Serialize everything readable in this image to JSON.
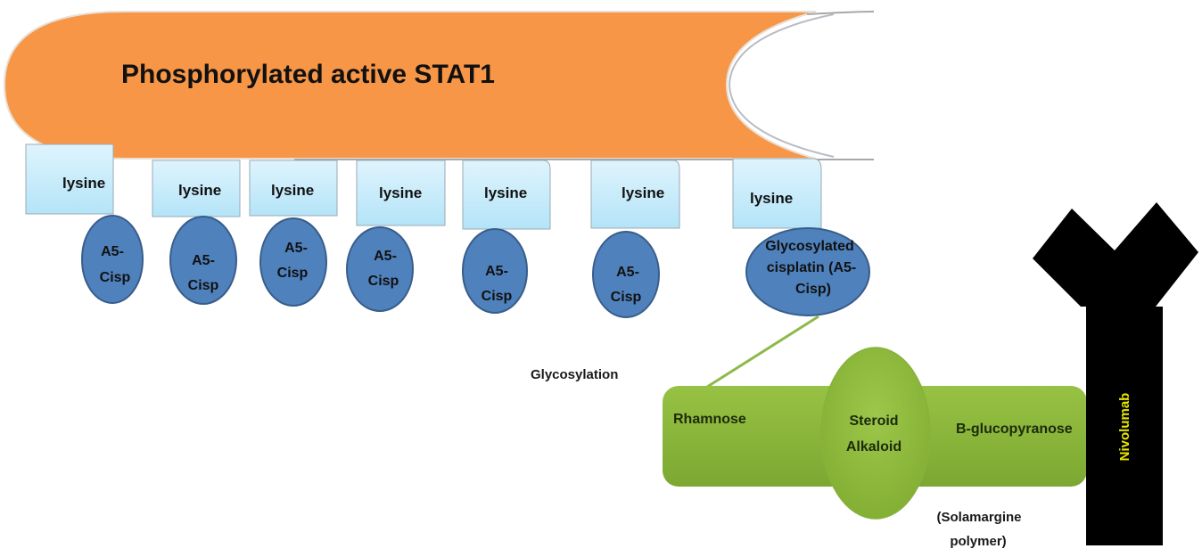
{
  "title": "Phosphorylated active STAT1",
  "lysine_label": "lysine",
  "lysines": [
    "lysine",
    "lysine",
    "lysine",
    "lysine",
    "lysine",
    "lysine",
    "lysine"
  ],
  "cisp_nodes": [
    [
      "A5-",
      "Cisp"
    ],
    [
      "A5-",
      "Cisp"
    ],
    [
      "A5-",
      "Cisp"
    ],
    [
      "A5-",
      "Cisp"
    ],
    [
      "A5-",
      "Cisp"
    ],
    [
      "A5-",
      "Cisp"
    ]
  ],
  "glycosylated_node": [
    "Glycosylated",
    "cisplatin (A5-",
    "Cisp)"
  ],
  "glycosylation_label": "Glycosylation",
  "solamargine": {
    "left_label": "Rhamnose",
    "center_label": [
      "Steroid",
      "Alkaloid"
    ],
    "right_label": "B-glucopyranose",
    "caption": [
      "(Solamargine",
      "polymer)"
    ]
  },
  "antibody_label": "Nivolumab",
  "colors": {
    "stat1": "#f79646",
    "lysine": "#c6ecfa",
    "cisp": "#4f81bd",
    "cisp_border": "#385d8a",
    "green": "#8bb73a",
    "antibody": "#000000",
    "antibody_text": "#e6e600",
    "link_line": "#8db94a"
  }
}
